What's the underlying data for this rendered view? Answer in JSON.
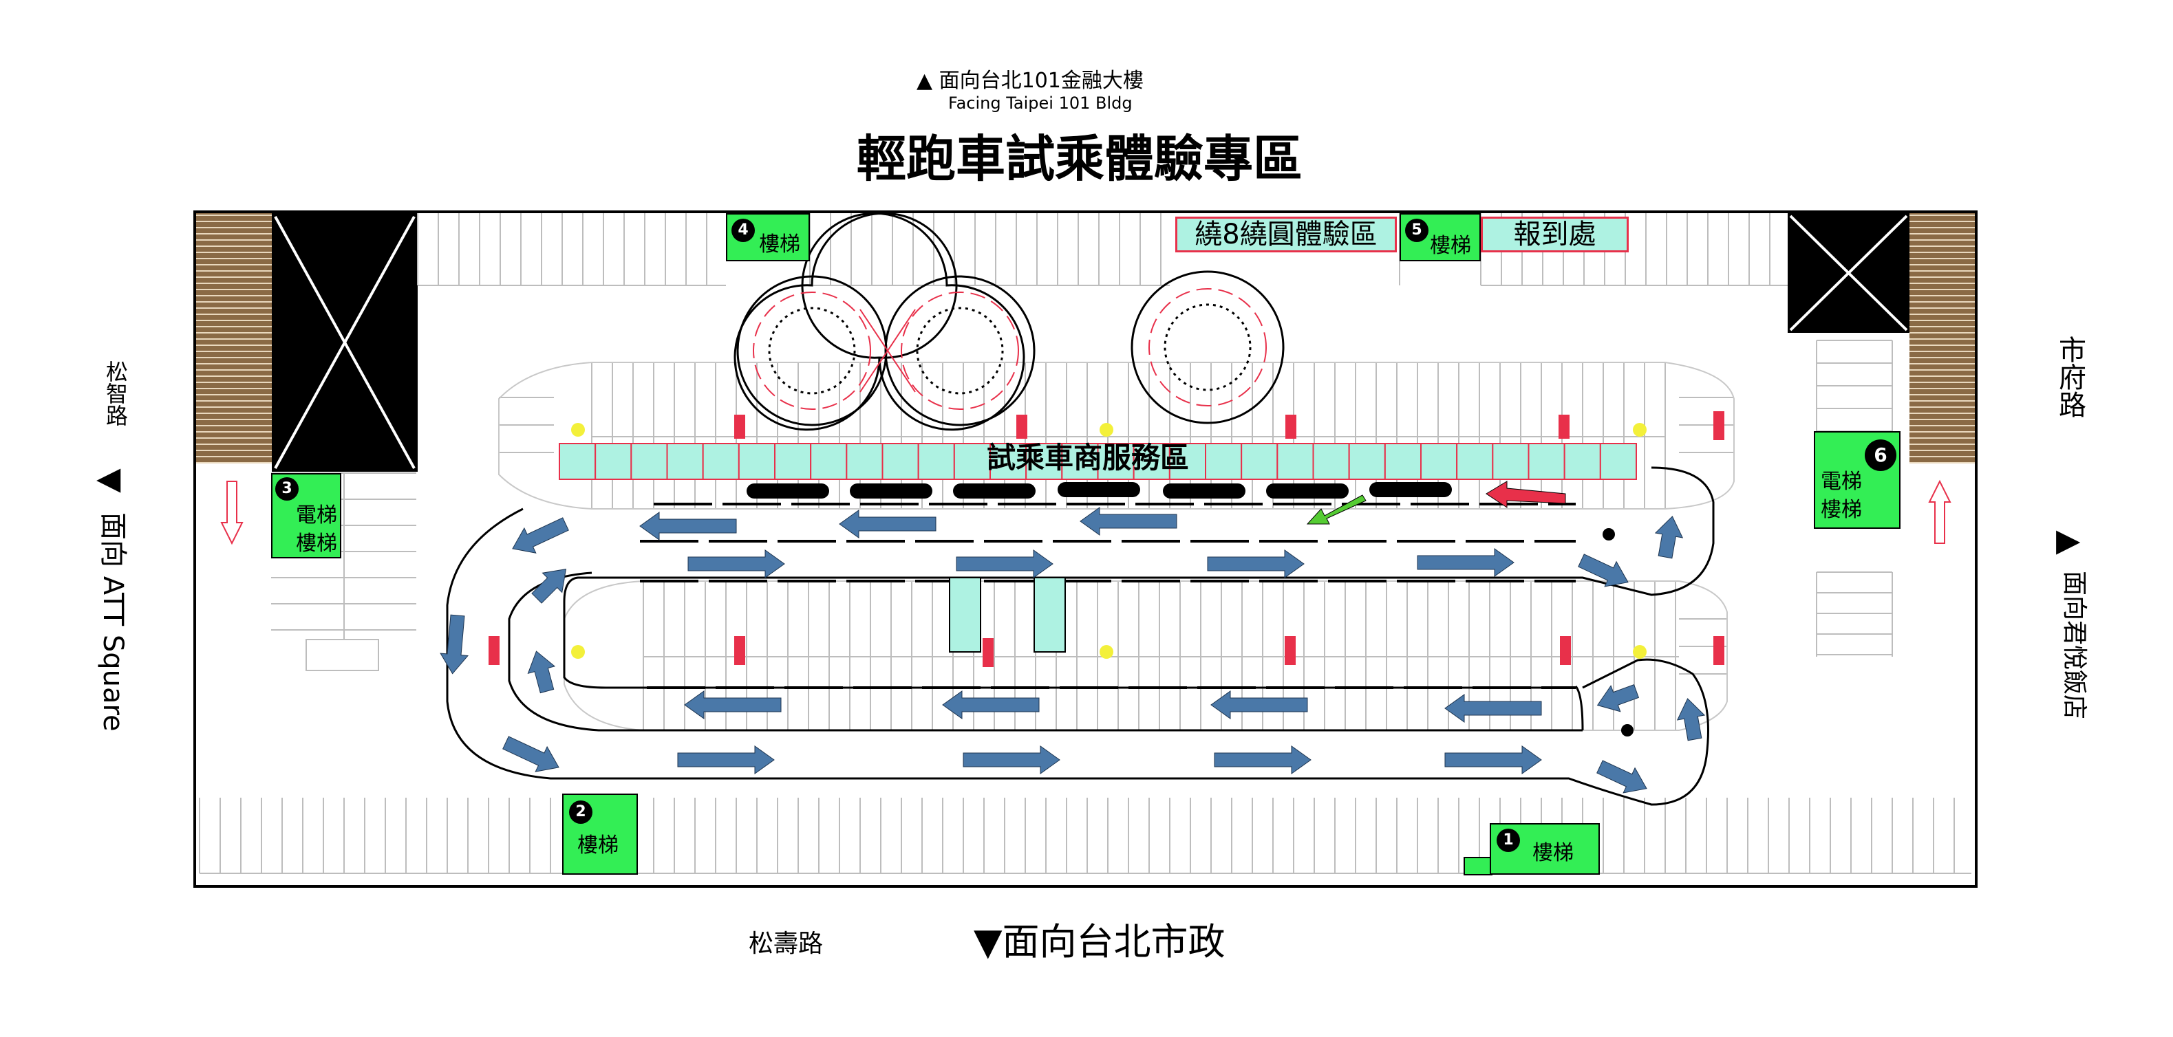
{
  "header": {
    "facing_101_cn": "▲ 面向台北101金融大樓",
    "facing_101_en": "Facing Taipei 101 Bldg",
    "title": "輕跑車試乘體驗專區"
  },
  "left": {
    "road": "松智路",
    "arrow": "◀",
    "facing": "面向 ATT Square"
  },
  "right": {
    "road": "市府路",
    "arrow": "▶",
    "facing": "面向君悅飯店"
  },
  "bottom": {
    "road": "松壽路",
    "facing": "▼面向台北市政"
  },
  "zones": {
    "figure8": "繞8繞圓體驗區",
    "checkin": "報到處",
    "service": "試乘車商服務區"
  },
  "stairs": [
    {
      "num": "1",
      "label": "樓梯"
    },
    {
      "num": "2",
      "label": "樓梯"
    },
    {
      "num": "3",
      "label": "電梯\n樓梯"
    },
    {
      "num": "4",
      "label": "樓梯"
    },
    {
      "num": "5",
      "label": "樓梯"
    },
    {
      "num": "6",
      "label": "電梯\n樓梯"
    }
  ],
  "colors": {
    "stair_green": "#33ee55",
    "zone_mint": "#aef2e2",
    "zone_border": "#e8304a",
    "route_arrow": "#4a78a8",
    "cone_red": "#e8304a",
    "marker_yellow": "#f3f03a",
    "entry_arrow": "#e8304a",
    "exit_arrow": "#55cc33",
    "tunnel_hatch": "#8a6a45"
  }
}
